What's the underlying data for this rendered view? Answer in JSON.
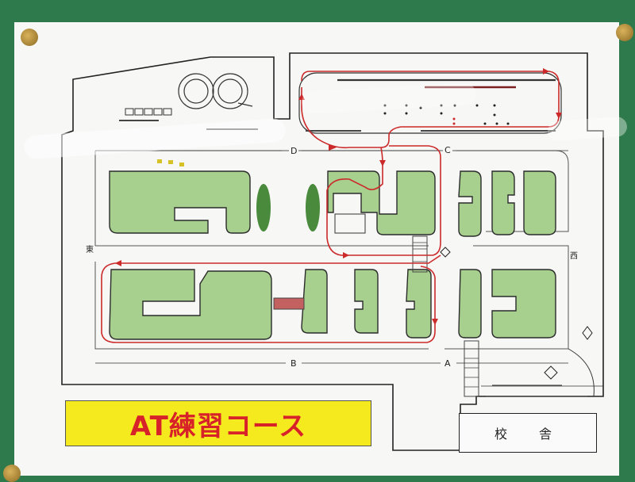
{
  "title": "AT練習コース",
  "building_label": "校　舎",
  "points": {
    "a": "A",
    "b": "B",
    "c": "C",
    "d": "D",
    "east": "東",
    "west": "西"
  },
  "colors": {
    "board": "#2f7a4c",
    "paper": "#f7f7f5",
    "block_fill": "#a7cf8e",
    "route": "#cc2a2a",
    "title_bg": "#f5ea1e",
    "title_text": "#d8222a"
  }
}
